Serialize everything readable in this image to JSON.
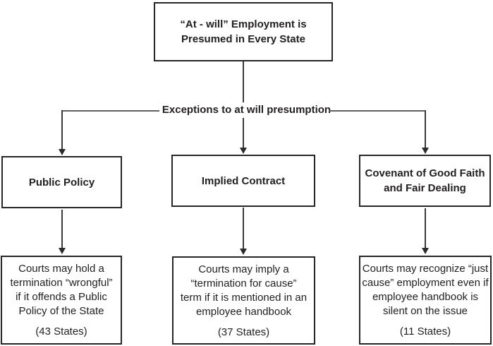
{
  "diagram": {
    "root_box": {
      "label": "“At - will” Employment is\nPresumed in Every State"
    },
    "exceptions_label": "Exceptions to at will presumption",
    "branches": [
      {
        "id": "public-policy",
        "title": "Public Policy",
        "detail": "Courts may hold a\ntermination “wrongful”\nif it offends a Public\nPolicy of the State",
        "count": "(43 States)"
      },
      {
        "id": "implied-contract",
        "title": "Implied Contract",
        "detail": "Courts may imply a\n“termination for cause”\nterm if it is mentioned in an\nemployee handbook",
        "count": "(37 States)"
      },
      {
        "id": "covenant-good-faith",
        "title": "Covenant of Good Faith\nand Fair Dealing",
        "detail": "Courts may recognize “just\ncause” employment even if\nemployee handbook is\nsilent on the issue",
        "count": "(11 States)"
      }
    ],
    "colors": {
      "background": "#ffffff",
      "border": "#262626",
      "line": "#3a3a3a",
      "text": "#232021"
    }
  }
}
